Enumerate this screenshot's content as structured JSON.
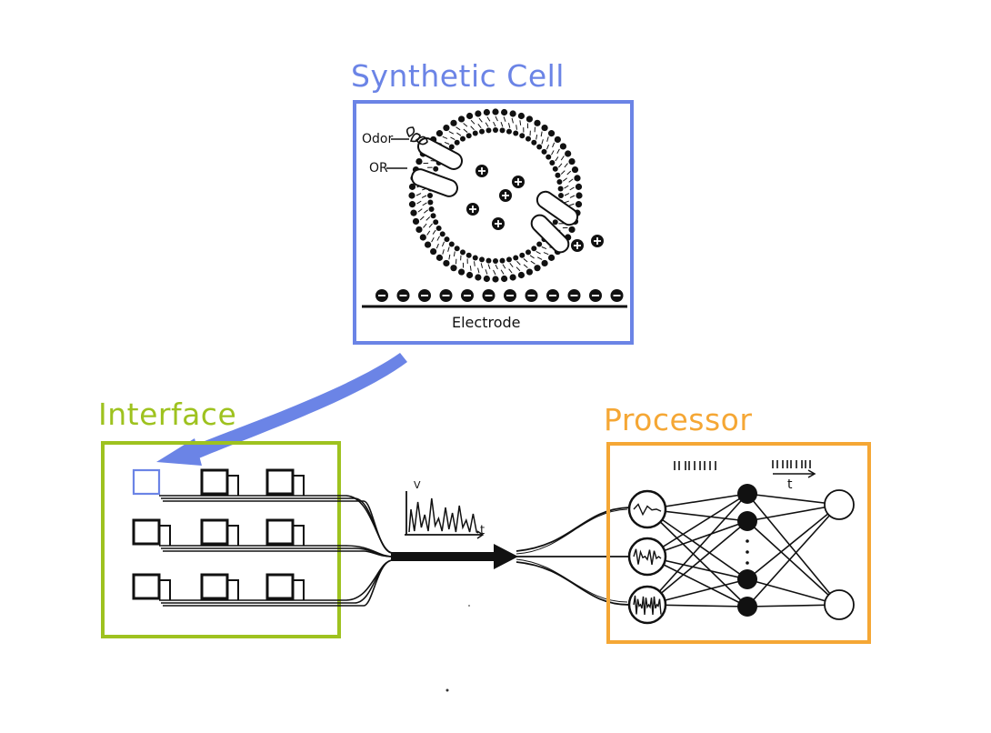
{
  "titles": {
    "synthetic_cell": "Synthetic Cell",
    "interface": "Interface",
    "processor": "Processor"
  },
  "cell_labels": {
    "odor": "Odor",
    "receptor": "OR",
    "electrode": "Electrode"
  },
  "signal_plot": {
    "y_axis": "V",
    "x_axis": "t"
  },
  "processor_labels": {
    "time_axis": "t"
  },
  "colors": {
    "cell_frame": "#6b84e6",
    "interface_frame": "#9ec21f",
    "processor_frame": "#f5a735",
    "ink": "#111111"
  }
}
